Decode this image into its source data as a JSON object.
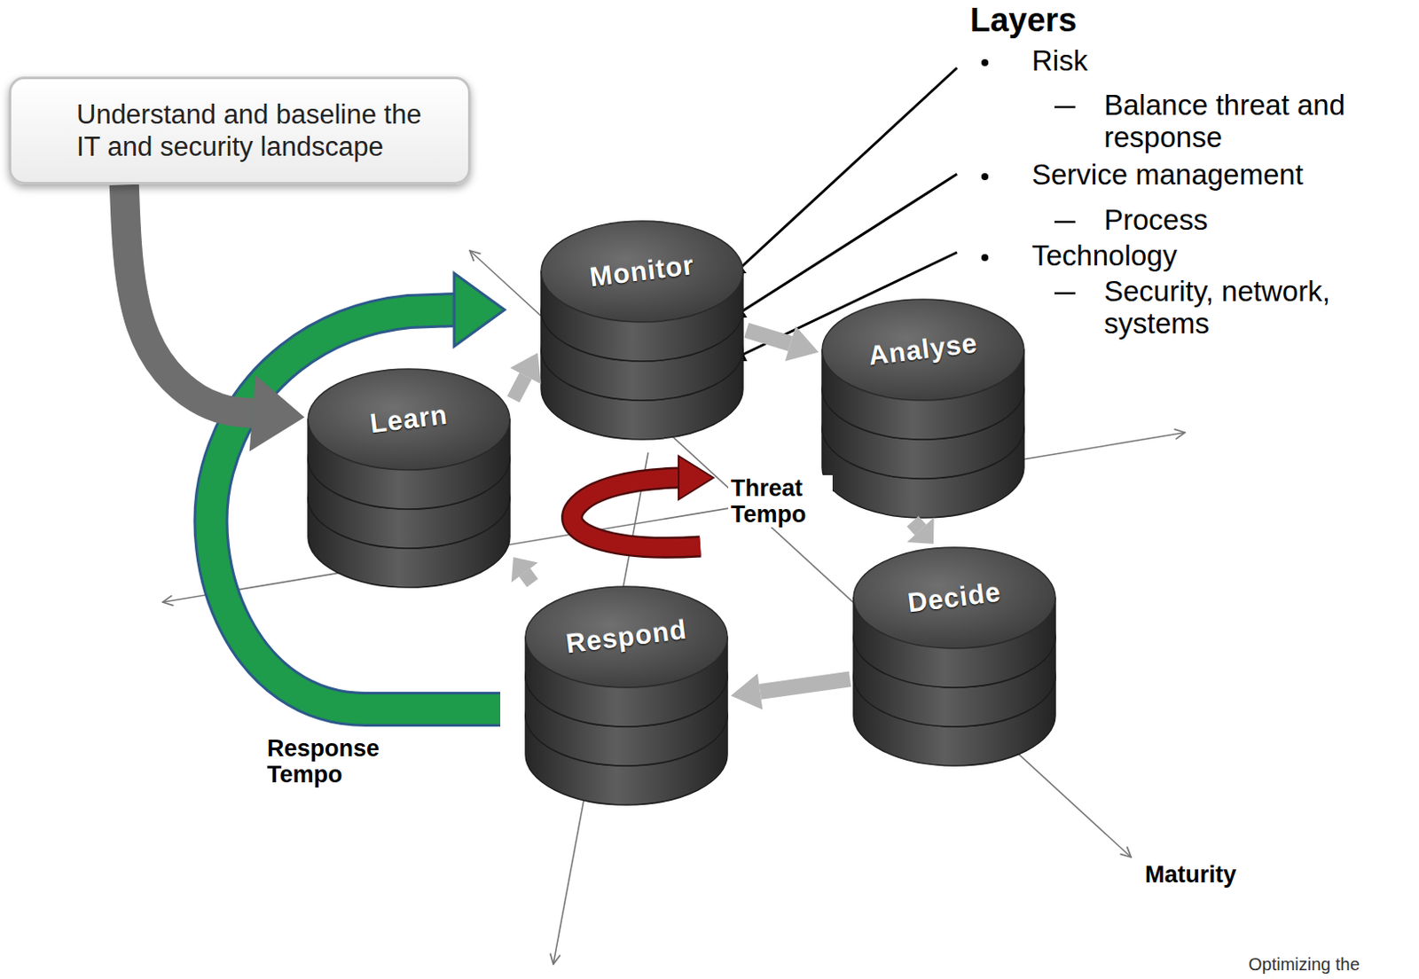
{
  "diagram": {
    "nodes": [
      {
        "text": [
          "Understand and baseline the IT and security landscape"
        ]
      },
      {
        "text": [
          "Monitor"
        ]
      },
      {
        "text": [
          "Analyse"
        ]
      },
      {
        "text": [
          "Decide"
        ]
      },
      {
        "text": [
          "Respond"
        ]
      },
      {
        "text": [
          "Learn"
        ]
      }
    ],
    "edges": [
      {
        "from": 0,
        "to": 5,
        "arrow": "to"
      },
      {
        "from": 1,
        "to": 2,
        "arrow": "to"
      },
      {
        "from": 2,
        "to": 3,
        "arrow": "to"
      },
      {
        "from": 3,
        "to": 4,
        "arrow": "to"
      },
      {
        "from": 4,
        "to": 5,
        "arrow": "to"
      },
      {
        "from": 5,
        "to": 1,
        "arrow": "to"
      }
    ],
    "labels": [
      "Layers",
      "Risk",
      "Balance threat and response",
      "Service management",
      "Process",
      "Technology",
      "Security, network, systems",
      "Threat Tempo",
      "Response Tempo",
      "Maturity",
      "Optimizing the"
    ]
  }
}
